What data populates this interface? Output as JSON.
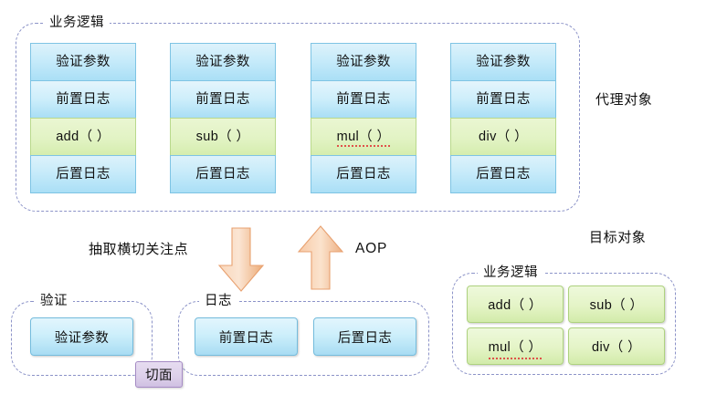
{
  "diagram": {
    "title_semantics": "Spring AOP proxy object vs target object diagram",
    "proxy": {
      "group_label": "业务逻辑",
      "side_label": "代理对象",
      "row_labels": [
        "验证参数",
        "前置日志",
        "",
        "后置日志"
      ],
      "columns": [
        {
          "rows": [
            "验证参数",
            "前置日志",
            "add（ ）",
            "后置日志"
          ],
          "method": "add（ ）",
          "misspelled": false
        },
        {
          "rows": [
            "验证参数",
            "前置日志",
            "sub（ ）",
            "后置日志"
          ],
          "method": "sub（ ）",
          "misspelled": false
        },
        {
          "rows": [
            "验证参数",
            "前置日志",
            "mul（ ）",
            "后置日志"
          ],
          "method": "mul（ ）",
          "misspelled": true
        },
        {
          "rows": [
            "验证参数",
            "前置日志",
            "div（ ）",
            "后置日志"
          ],
          "method": "div（ ）",
          "misspelled": false
        }
      ]
    },
    "middle": {
      "extract_label": "抽取横切关注点",
      "aop_label": "AOP",
      "down_arrow": "down-arrow",
      "up_arrow": "up-arrow"
    },
    "aspects": {
      "aspect_badge": "切面",
      "groups": [
        {
          "label": "验证",
          "boxes": [
            "验证参数"
          ]
        },
        {
          "label": "日志",
          "boxes": [
            "前置日志",
            "后置日志"
          ]
        }
      ]
    },
    "target": {
      "side_label": "目标对象",
      "group_label": "业务逻辑",
      "boxes": [
        {
          "text": "add（ ）",
          "misspelled": false
        },
        {
          "text": "sub（ ）",
          "misspelled": false
        },
        {
          "text": "mul（ ）",
          "misspelled": true
        },
        {
          "text": "div（ ）",
          "misspelled": false
        }
      ]
    },
    "colors": {
      "blue_fill": "#c7ebfa",
      "blue_border": "#7ec4e4",
      "green_fill": "#e2f3c4",
      "green_border": "#b9d98c",
      "purple_fill": "#ddd0ea",
      "purple_border": "#a58bc4",
      "dashed_border": "#8c93c8",
      "arrow_fill": "#f4b183",
      "background": "#ffffff"
    }
  }
}
